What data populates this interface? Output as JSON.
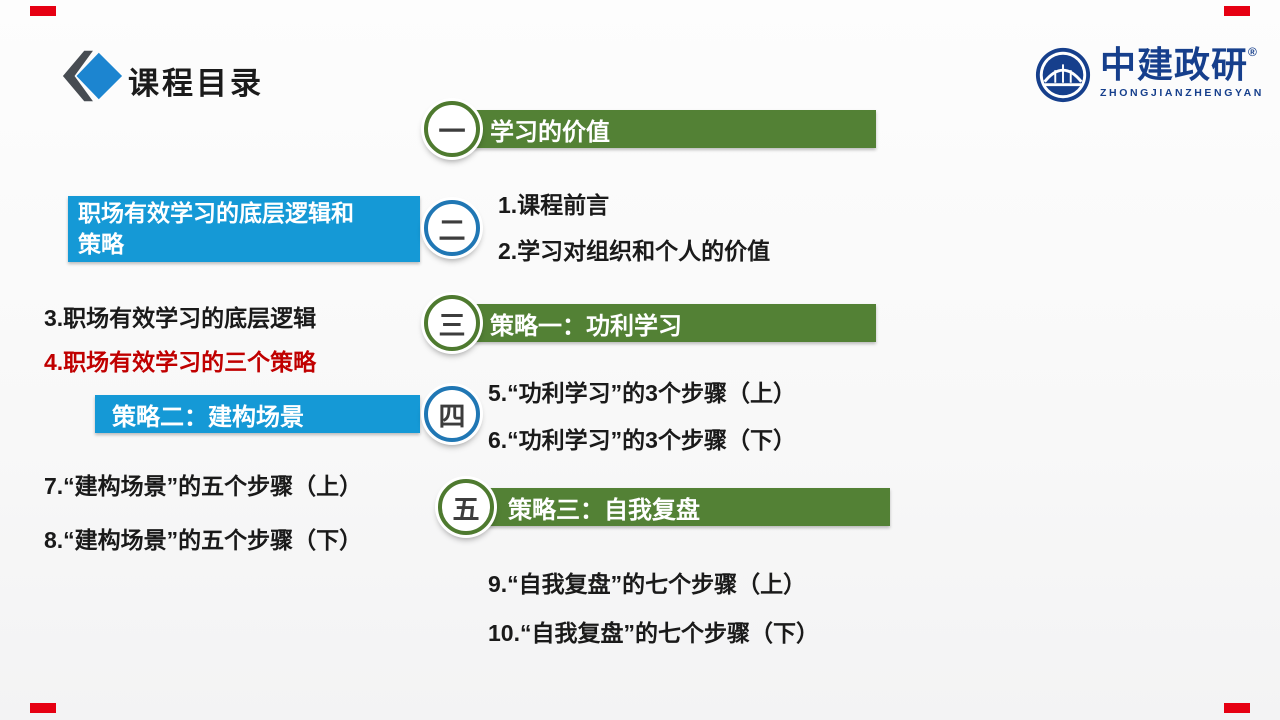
{
  "header": {
    "title": "课程目录",
    "logo": {
      "name": "中建政研",
      "reg": "®",
      "subtitle": "ZHONGJIANZHENGYAN"
    }
  },
  "colors": {
    "corner_red": "#e60012",
    "bar_green": "#538135",
    "bar_blue": "#1599d6",
    "ring_green": "#4e7a2f",
    "ring_blue": "#2077b4",
    "item_red": "#c00000",
    "logo_blue": "#163f8c"
  },
  "sections": [
    {
      "numeral": "一",
      "side": "right",
      "color": "green",
      "title": "学习的价值",
      "items": [
        "1.课程前言",
        "2.学习对组织和个人的价值"
      ]
    },
    {
      "numeral": "二",
      "side": "left",
      "color": "blue",
      "title_line1": "职场有效学习的底层逻辑和",
      "title_line2": "策略",
      "items": [
        "3.职场有效学习的底层逻辑",
        "4.职场有效学习的三个策略"
      ]
    },
    {
      "numeral": "三",
      "side": "right",
      "color": "green",
      "title": "策略一：功利学习",
      "items": [
        "5.“功利学习”的3个步骤（上）",
        "6.“功利学习”的3个步骤（下）"
      ]
    },
    {
      "numeral": "四",
      "side": "left",
      "color": "blue",
      "title": "策略二：建构场景",
      "items": [
        "7.“建构场景”的五个步骤（上）",
        "8.“建构场景”的五个步骤（下）"
      ]
    },
    {
      "numeral": "五",
      "side": "right",
      "color": "green",
      "title": "策略三：自我复盘",
      "items": [
        "9.“自我复盘”的七个步骤（上）",
        "10.“自我复盘”的七个步骤（下）"
      ]
    }
  ]
}
